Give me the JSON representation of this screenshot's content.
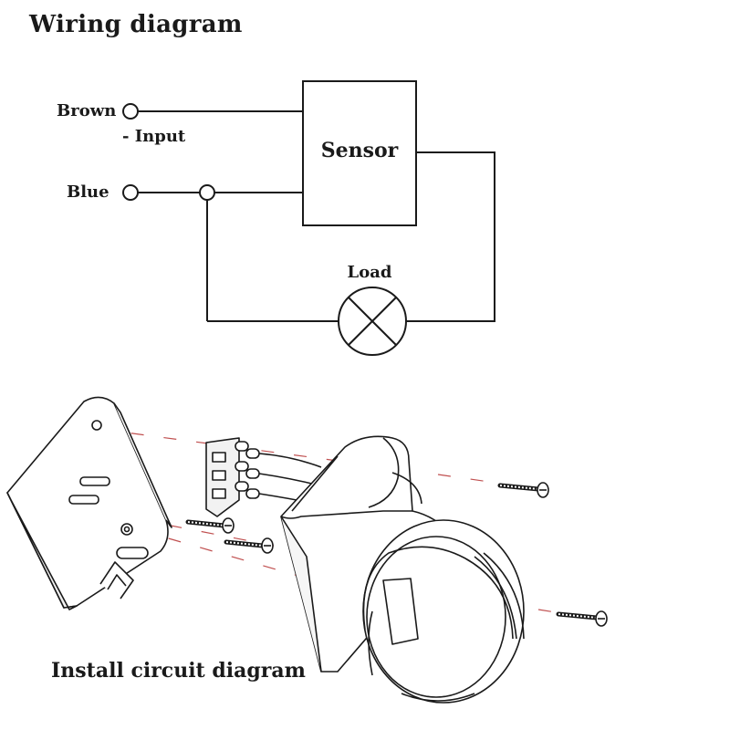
{
  "wiring": {
    "title": "Wiring diagram",
    "brown_label": "Brown",
    "input_label": "- Input",
    "blue_label": "Blue",
    "sensor_label": "Sensor",
    "load_label": "Load"
  },
  "install": {
    "title": "Install circuit diagram"
  },
  "colors": {
    "line": "#1a1a1a",
    "dash": "#c05050"
  }
}
